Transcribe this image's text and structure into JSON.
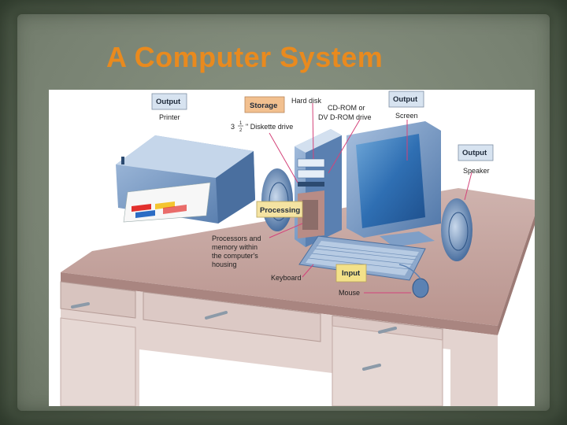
{
  "slide": {
    "title": "A Computer System"
  },
  "diagram": {
    "callouts": {
      "output_printer": "Output",
      "printer": "Printer",
      "storage": "Storage",
      "hard_disk": "Hard disk",
      "cdrom_line1": "CD-ROM or",
      "cdrom_line2": "DV D-ROM drive",
      "diskette_prefix": "3",
      "diskette_frac_top": "1",
      "diskette_frac_bottom": "2",
      "diskette_label": "\" Diskette drive",
      "output_screen": "Output",
      "screen": "Screen",
      "output_speaker": "Output",
      "speaker": "Speaker",
      "processing": "Processing",
      "proc_line1": "Processors and",
      "proc_line2": "memory within",
      "proc_line3": "the computer's",
      "proc_line4": "housing",
      "keyboard": "Keyboard",
      "input": "Input",
      "mouse": "Mouse"
    },
    "colors": {
      "output_box": "#d7e3f0",
      "storage_box": "#f2c08f",
      "processing_box": "#f4e3a2",
      "input_box": "#f3e189",
      "leader_line": "#d4437a",
      "desk_top": "#c7a7a2",
      "desk_front": "#d9c6c2",
      "device_blue": "#5f86b8"
    }
  }
}
